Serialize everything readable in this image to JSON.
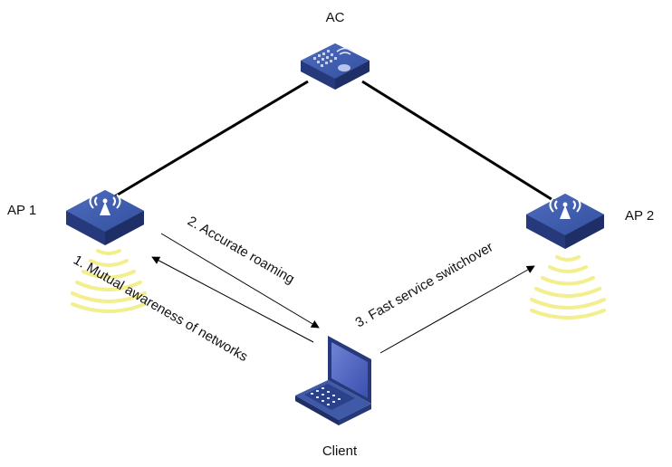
{
  "nodes": {
    "ac": "AC",
    "ap1": "AP 1",
    "ap2": "AP 2",
    "client": "Client"
  },
  "steps": {
    "mutual": "1. Mutual awareness of networks",
    "roaming": "2. Accurate roaming",
    "switchover": "3. Fast service switchover"
  },
  "colors": {
    "device_top": "#3f5ba8",
    "device_side": "#26397a",
    "signal": "#f3ee8e",
    "link": "#000000"
  },
  "icons": {
    "ac": "access-controller-icon",
    "ap": "wireless-access-point-icon",
    "client": "laptop-icon",
    "signal": "wifi-signal-waves-icon"
  }
}
